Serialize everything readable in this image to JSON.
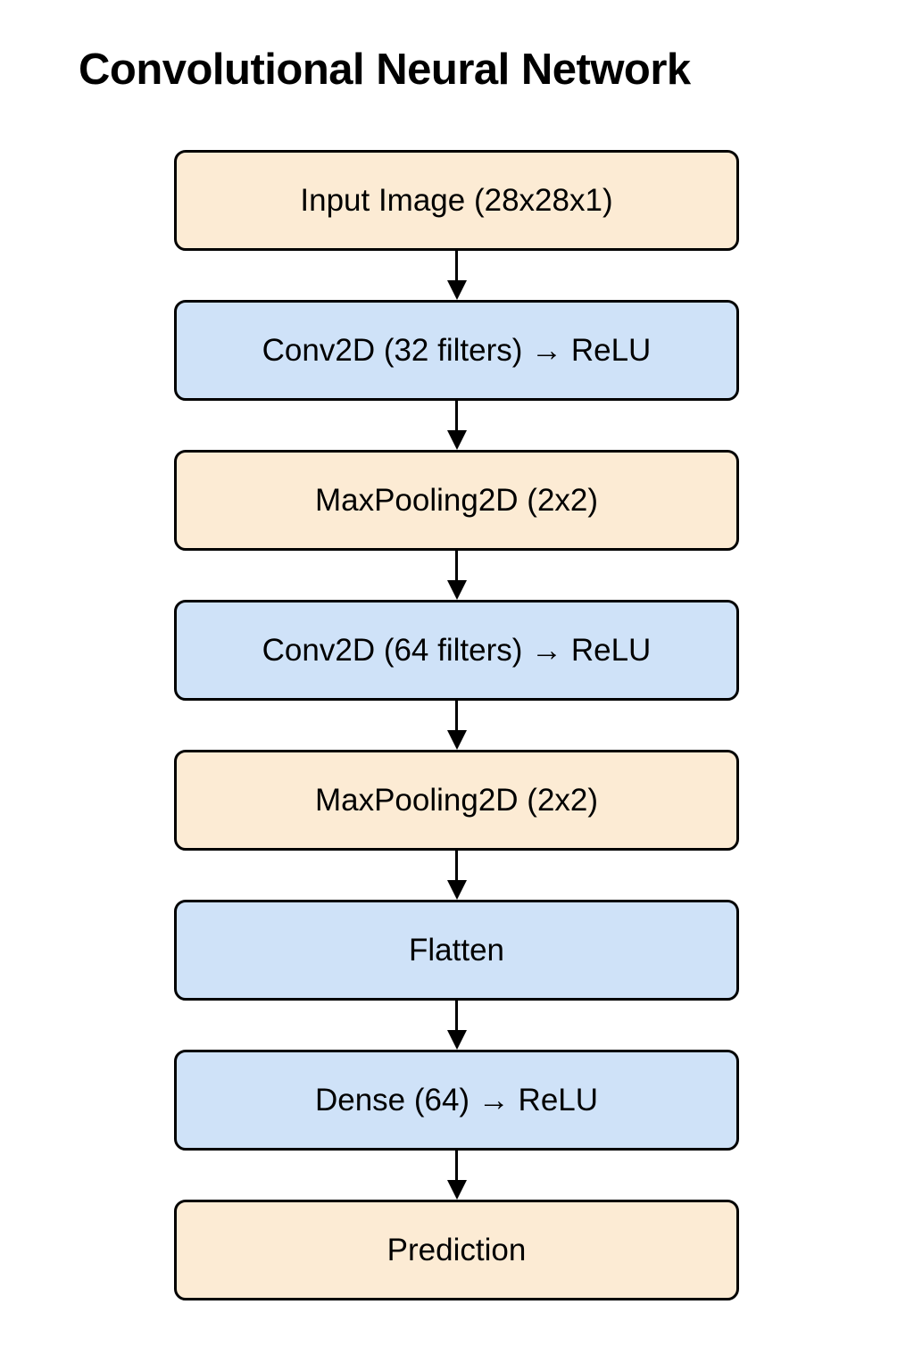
{
  "page": {
    "title": "Convolutional Neural Network",
    "background_color": "#ffffff",
    "text_color": "#000000"
  },
  "colors": {
    "cream_fill": "#fcebd4",
    "blue_fill": "#cfe2f8",
    "border": "#000000",
    "arrow": "#000000"
  },
  "diagram": {
    "type": "flowchart",
    "orientation": "top-to-bottom",
    "nodes": [
      {
        "id": "input",
        "label": "Input Image (28x28x1)",
        "fill": "cream"
      },
      {
        "id": "conv1",
        "label": "Conv2D (32 filters) → ReLU",
        "fill": "blue"
      },
      {
        "id": "pool1",
        "label": "MaxPooling2D (2x2)",
        "fill": "cream"
      },
      {
        "id": "conv2",
        "label": "Conv2D (64 filters) → ReLU",
        "fill": "blue"
      },
      {
        "id": "pool2",
        "label": "MaxPooling2D (2x2)",
        "fill": "cream"
      },
      {
        "id": "flatten",
        "label": "Flatten",
        "fill": "blue"
      },
      {
        "id": "dense",
        "label": "Dense (64) → ReLU",
        "fill": "blue"
      },
      {
        "id": "output",
        "label": "Prediction",
        "fill": "cream"
      }
    ],
    "edges": [
      {
        "from": "input",
        "to": "conv1",
        "style": "solid-arrow"
      },
      {
        "from": "conv1",
        "to": "pool1",
        "style": "solid-arrow"
      },
      {
        "from": "pool1",
        "to": "conv2",
        "style": "solid-arrow"
      },
      {
        "from": "conv2",
        "to": "pool2",
        "style": "solid-arrow"
      },
      {
        "from": "pool2",
        "to": "flatten",
        "style": "solid-arrow"
      },
      {
        "from": "flatten",
        "to": "dense",
        "style": "solid-arrow"
      },
      {
        "from": "dense",
        "to": "output",
        "style": "solid-arrow"
      }
    ]
  }
}
